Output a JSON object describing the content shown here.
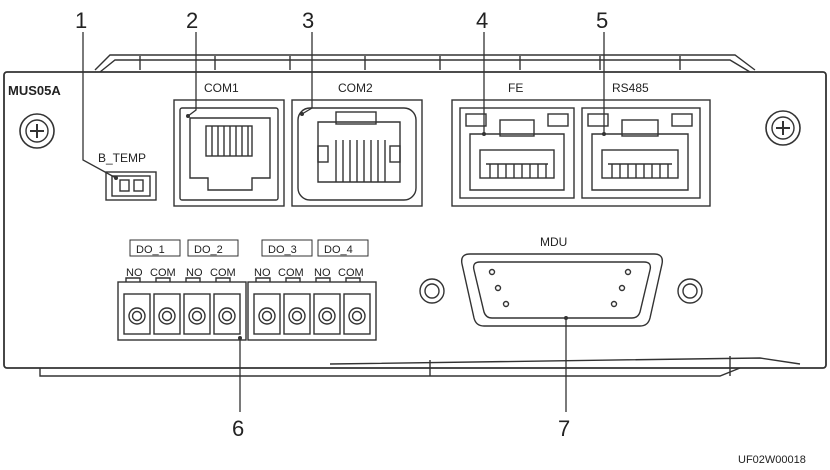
{
  "module": {
    "model": "MUS05A"
  },
  "ports": {
    "b_temp": "B_TEMP",
    "com1": "COM1",
    "com2": "COM2",
    "fe": "FE",
    "rs485": "RS485",
    "mdu": "MDU"
  },
  "dry_contacts": {
    "groups": [
      {
        "name": "DO_1",
        "pins": [
          "NO",
          "COM"
        ]
      },
      {
        "name": "DO_2",
        "pins": [
          "NO",
          "COM"
        ]
      },
      {
        "name": "DO_3",
        "pins": [
          "NO",
          "COM"
        ]
      },
      {
        "name": "DO_4",
        "pins": [
          "NO",
          "COM"
        ]
      }
    ]
  },
  "callouts": [
    "1",
    "2",
    "3",
    "4",
    "5",
    "6",
    "7"
  ],
  "figure_code": "UF02W00018"
}
